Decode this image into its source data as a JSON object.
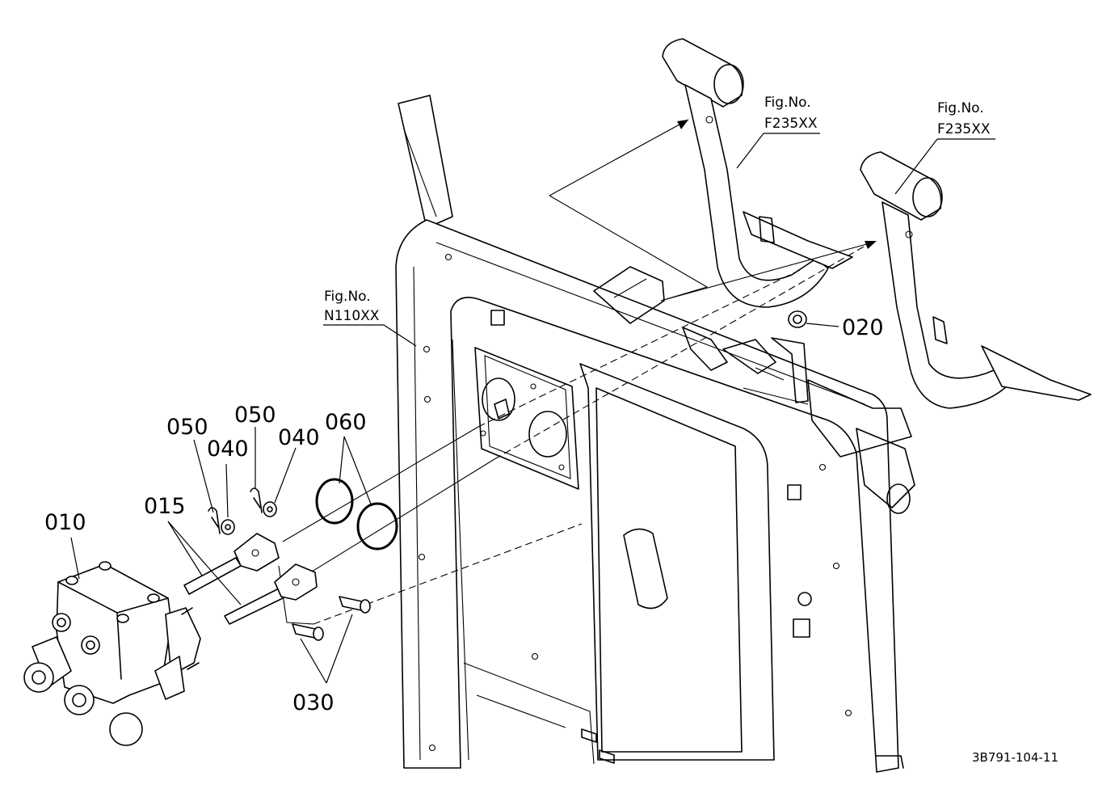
{
  "callouts": [
    {
      "id": "p010",
      "text": "010"
    },
    {
      "id": "p015",
      "text": "015"
    },
    {
      "id": "p020",
      "text": "020"
    },
    {
      "id": "p030",
      "text": "030"
    },
    {
      "id": "p040a",
      "text": "040"
    },
    {
      "id": "p040b",
      "text": "040"
    },
    {
      "id": "p050a",
      "text": "050"
    },
    {
      "id": "p050b",
      "text": "050"
    },
    {
      "id": "p060",
      "text": "060"
    }
  ],
  "fig_refs": [
    {
      "id": "ref_n110",
      "line1": "Fig.No.",
      "line2": "N110XX"
    },
    {
      "id": "ref_f235a",
      "line1": "Fig.No.",
      "line2": "F235XX"
    },
    {
      "id": "ref_f235b",
      "line1": "Fig.No.",
      "line2": "F235XX"
    }
  ],
  "drawing_code": "3B791-104-11"
}
